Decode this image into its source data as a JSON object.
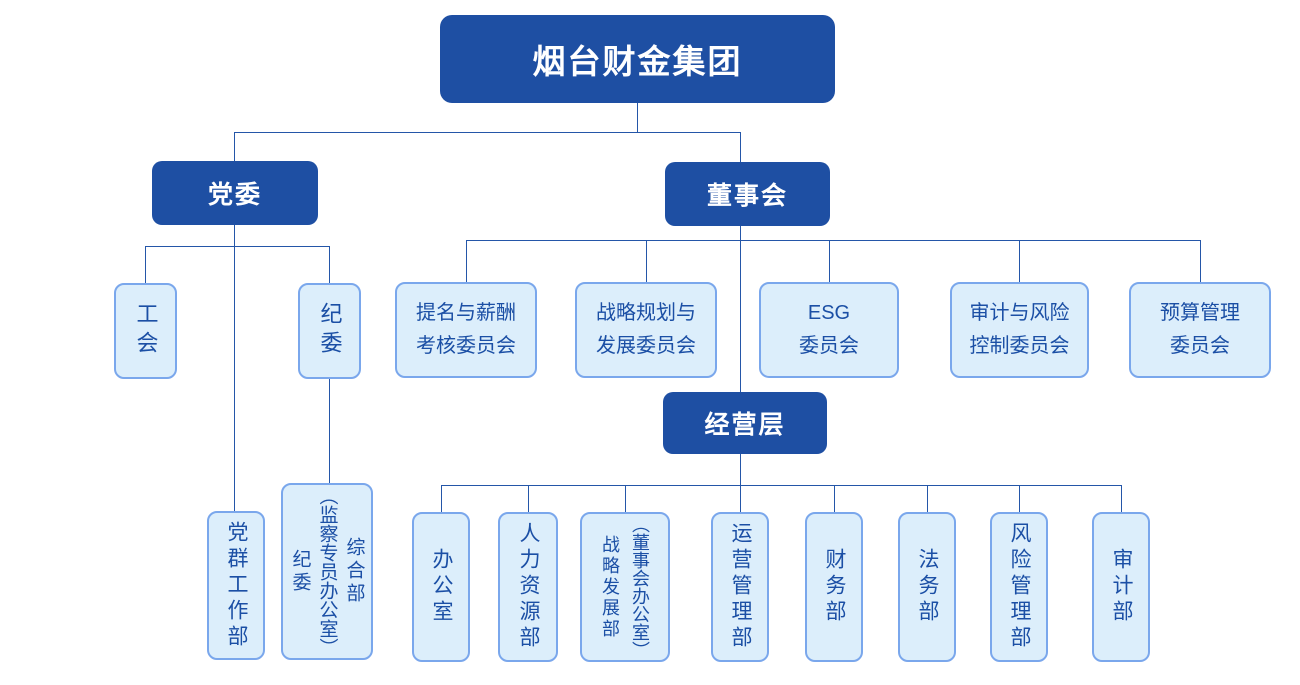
{
  "colors": {
    "primary_dark_blue": "#1e4fa3",
    "light_node_fill": "#dceefb",
    "light_node_border": "#7aa7ec",
    "light_node_text": "#1b4fa5",
    "connector_line": "#2456a8",
    "background": "#ffffff"
  },
  "org": {
    "root": "烟台财金集团",
    "party": "党委",
    "board": "董事会",
    "management": "经营层",
    "party_units": [
      {
        "label": "工会"
      },
      {
        "label": "纪委"
      }
    ],
    "party_departments": [
      {
        "label": "党群工作部"
      },
      {
        "label": "纪委（监察专员办公室）综合部",
        "lines": [
          "纪委",
          "（监察专员办公室）",
          "综合部"
        ]
      }
    ],
    "board_committees": [
      {
        "label": "提名与薪酬考核委员会",
        "lines": [
          "提名与薪酬",
          "考核委员会"
        ]
      },
      {
        "label": "战略规划与发展委员会",
        "lines": [
          "战略规划与",
          "发展委员会"
        ]
      },
      {
        "label": "ESG委员会",
        "lines": [
          "ESG",
          "委员会"
        ]
      },
      {
        "label": "审计与风险控制委员会",
        "lines": [
          "审计与风险",
          "控制委员会"
        ]
      },
      {
        "label": "预算管理委员会",
        "lines": [
          "预算管理",
          "委员会"
        ]
      }
    ],
    "management_departments": [
      {
        "label": "办公室"
      },
      {
        "label": "人力资源部"
      },
      {
        "label": "战略发展部（董事会办公室）",
        "lines": [
          "战略发展部",
          "（董事会办公室）"
        ]
      },
      {
        "label": "运营管理部"
      },
      {
        "label": "财务部"
      },
      {
        "label": "法务部"
      },
      {
        "label": "风险管理部"
      },
      {
        "label": "审计部"
      }
    ]
  }
}
